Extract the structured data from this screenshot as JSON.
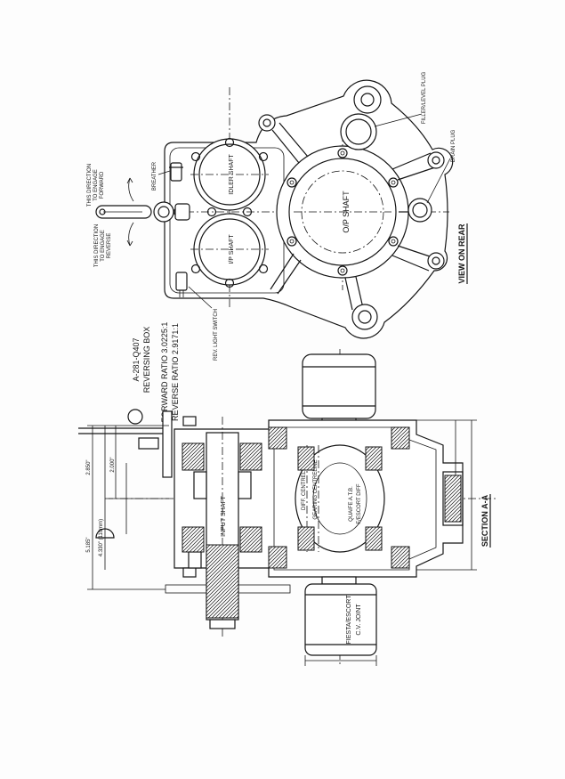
{
  "title_block": {
    "drawing_number": "A-281-Q407",
    "description": "REVERSING BOX",
    "forward_ratio": "FORWARD RATIO 3.0225:1",
    "reverse_ratio": "REVERSE RATIO 2.9171:1"
  },
  "rear_view": {
    "caption": "VIEW ON REAR",
    "idler_shaft": "IDLER SHAFT",
    "input_shaft": "I/P SHAFT",
    "output_shaft": "O/P SHAFT",
    "filler_plug": "FILLER/LEVEL PLUG",
    "drain_plug": "DRAIN PLUG",
    "breather": "BREATHER",
    "rev_light_switch": "REV. LIGHT SWITCH",
    "engage_forward": [
      "THIS DIRECTION",
      "TO ENGAGE",
      "FORWARD"
    ],
    "engage_reverse": [
      "THIS DIRECTION",
      "TO ENGAGE",
      "REVERSE"
    ]
  },
  "section": {
    "caption": "SECTION A-A",
    "input_shaft": "INPUT SHAFT",
    "diff_centreline": "DIFF. CENTRELINE",
    "gearing_centreline": "GEARING CENTRELINE",
    "diff": [
      "QUAIFE A.T.B.",
      "F/ESCORT DIFF"
    ],
    "cv_joint": [
      "FIESTA/ESCORT",
      "C.V. JOINT"
    ]
  },
  "dimensions": [
    "2.850\"",
    "2.000\"",
    "5.185\"",
    "4.330\" (110mm)"
  ]
}
